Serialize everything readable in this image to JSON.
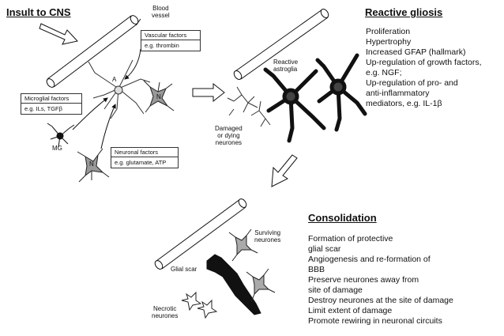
{
  "panel_insult": {
    "heading": "Insult to CNS",
    "blood_vessel_label": "Blood\nvessel",
    "astro_label": "A",
    "neuron_label": "N",
    "mg_label": "MG",
    "vascular_box": {
      "title": "Vascular factors",
      "body": "e.g. thrombin"
    },
    "microglial_box": {
      "title": "Microglial factors",
      "body": "e.g. ILs, TGFβ"
    },
    "neuronal_box": {
      "title": "Neuronal factors",
      "body": "e.g. glutamate, ATP"
    }
  },
  "panel_gliosis": {
    "heading": "Reactive gliosis",
    "astroglia_label": "Reactive\nastroglia",
    "damaged_label": "Damaged\nor dying\nneurones",
    "items": [
      "Proliferation",
      "Hypertrophy",
      "Increased GFAP (hallmark)",
      "Up-regulation of growth factors,",
      "e.g. NGF;",
      "Up-regulation of pro- and",
      "anti-inflammatory",
      "mediators, e.g. IL-1β"
    ]
  },
  "panel_consolidation": {
    "heading": "Consolidation",
    "glial_scar_label": "Glial scar",
    "surviving_label": "Surviving\nneurones",
    "necrotic_label": "Necrotic\nneurones",
    "items": [
      "Formation of protective",
      "glial scar",
      "Angiogenesis and re-formation of",
      "BBB",
      "Preserve neurones away from",
      "site of damage",
      "Destroy neurones at the site of damage",
      "Limit extent of damage",
      "Promote rewiring in neuronal circuits"
    ]
  }
}
